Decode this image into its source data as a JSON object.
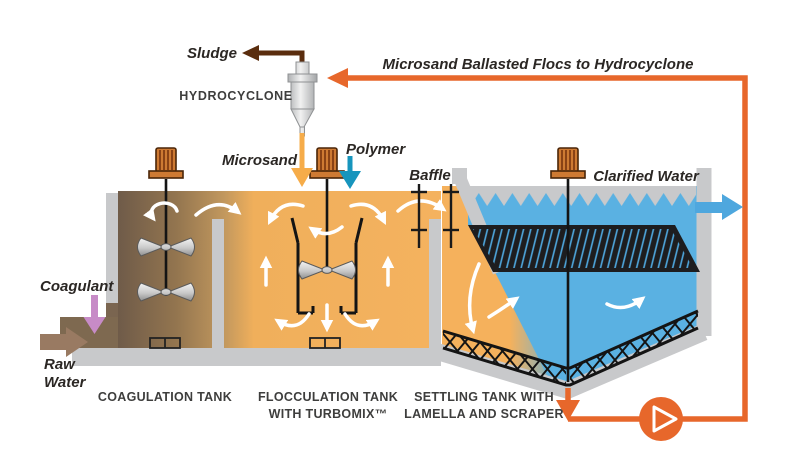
{
  "diagram": {
    "top_note": "Microsand Ballasted Flocs to Hydrocyclone",
    "hydrocyclone_label": "HYDROCYCLONE",
    "sludge_label": "Sludge",
    "feeds": {
      "microsand": "Microsand",
      "polymer": "Polymer",
      "coagulant": "Coagulant",
      "raw_water_line1": "Raw",
      "raw_water_line2": "Water"
    },
    "baffle_label": "Baffle",
    "clarified_water_label": "Clarified Water",
    "captions": {
      "coagulation": "COAGULATION TANK",
      "flocculation_line1": "FLOCCULATION TANK",
      "flocculation_line2": "WITH TURBOMIX™",
      "settling_line1": "SETTLING TANK WITH",
      "settling_line2": "LAMELLA AND SCRAPER"
    },
    "colors": {
      "pipe_orange": "#E7672B",
      "sludge_brown": "#5A2D0E",
      "microsand_orange": "#F6AC49",
      "polymer_blue": "#1795BD",
      "coagulant_purple": "#C78BC7",
      "raw_water_brown": "#997A62",
      "water_blue": "#5AB1E2",
      "clarified_blue": "#4EA7DE",
      "floc_water_orange": "#F4B25F",
      "coag_water_dark_brown": "#6F5B49",
      "wall_gray": "#C8C9CB",
      "lamella_black": "#1D1D1F",
      "text_dark": "#3E3E3D"
    }
  }
}
